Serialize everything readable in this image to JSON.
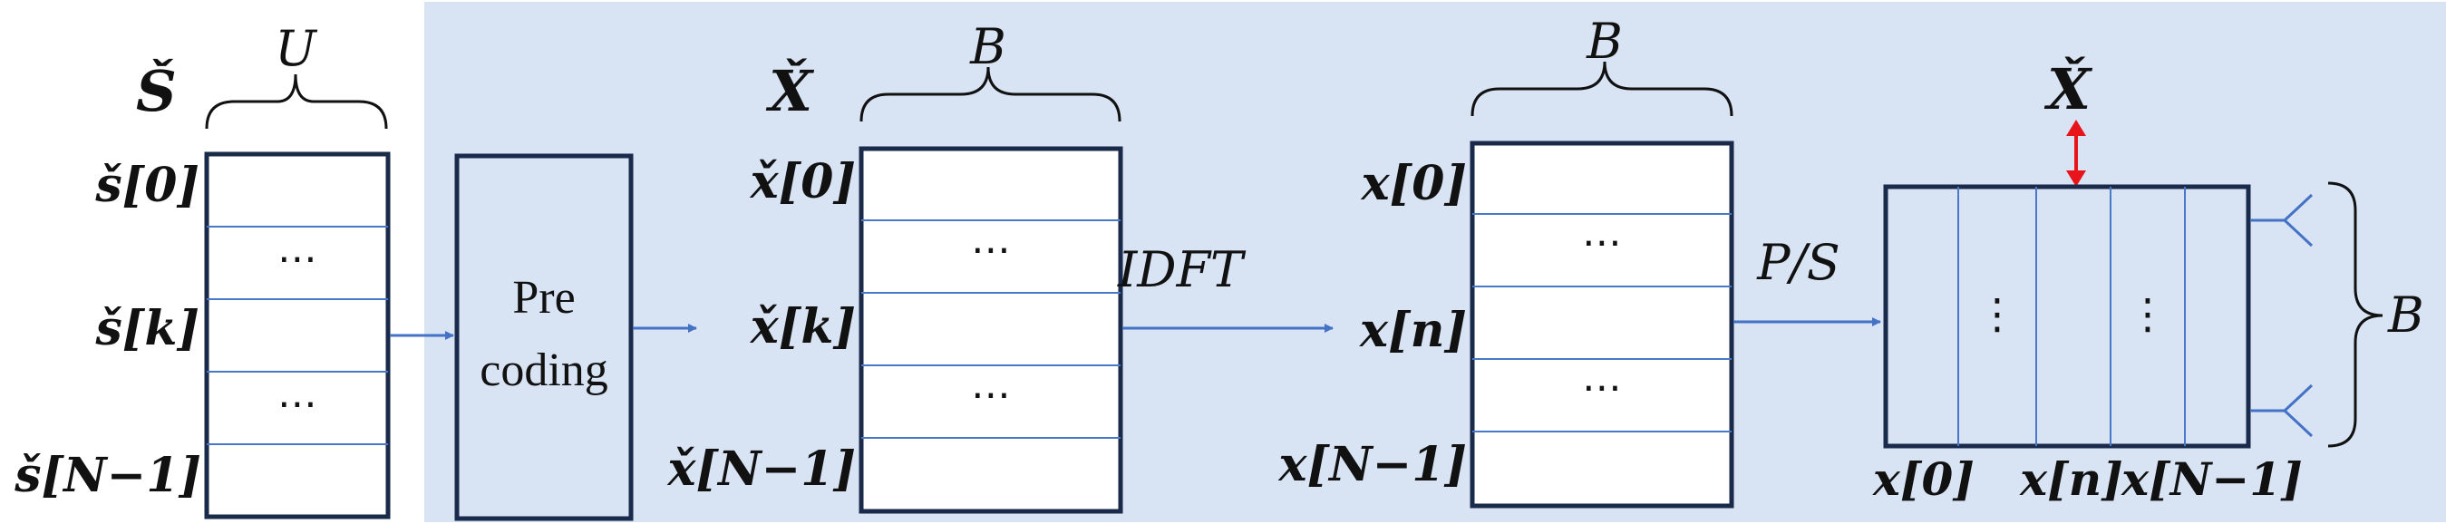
{
  "colors": {
    "panel": "#d8e3f4",
    "box_stroke": "#1a2a4a",
    "row_line": "#4a78c8",
    "arrow": "#4472c4",
    "accent_arrow": "#e8141c"
  },
  "symbols": {
    "S_check": "Š",
    "X_check_1": "X̌",
    "X_check_2": "X̌"
  },
  "braces": {
    "U": "U",
    "B1": "B",
    "B2": "B",
    "B_right": "B"
  },
  "block_s": {
    "labels": [
      "š[0]",
      "š[k]",
      "š[N−1]"
    ],
    "dots": [
      "⋯",
      "⋯"
    ]
  },
  "precoding": {
    "line1": "Pre",
    "line2": "coding"
  },
  "block_xcheck": {
    "labels": [
      "x̌[0]",
      "x̌[k]",
      "x̌[N−1]"
    ],
    "dots": [
      "⋯",
      "⋯"
    ]
  },
  "idft": "IDFT",
  "block_x": {
    "labels": [
      "x[0]",
      "x[n]",
      "x[N−1]"
    ],
    "dots": [
      "⋯",
      "⋯"
    ]
  },
  "ps": "P/S",
  "block_out": {
    "labels": [
      "x[0]",
      "x[n]",
      "x[N−1]"
    ],
    "dots": [
      "⋮",
      "⋮"
    ]
  }
}
